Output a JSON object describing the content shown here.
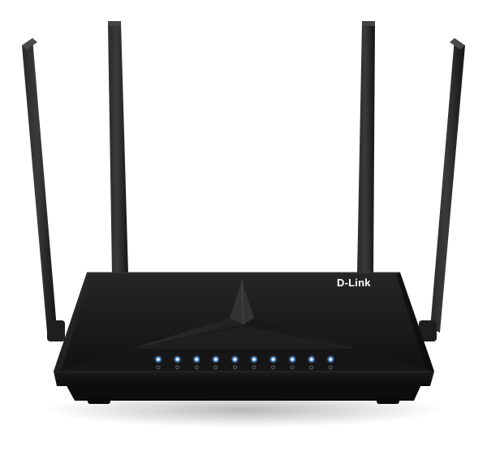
{
  "product": {
    "brand_logo": "D-Link",
    "body_color": "#1c1c1c",
    "led_color": "#5fa8ff"
  },
  "antennas": [
    {
      "name": "antenna-far-left"
    },
    {
      "name": "antenna-inner-left"
    },
    {
      "name": "antenna-inner-right"
    },
    {
      "name": "antenna-far-right"
    }
  ],
  "status_leds": [
    {
      "icon": "power-icon"
    },
    {
      "icon": "wan-port-icon"
    },
    {
      "icon": "lan-port-1-icon"
    },
    {
      "icon": "lan-port-2-icon"
    },
    {
      "icon": "lan-port-3-icon"
    },
    {
      "icon": "internet-icon"
    },
    {
      "icon": "wifi-2g-icon"
    },
    {
      "icon": "wifi-5g-icon"
    },
    {
      "icon": "usb-icon"
    },
    {
      "icon": "wps-icon"
    }
  ]
}
